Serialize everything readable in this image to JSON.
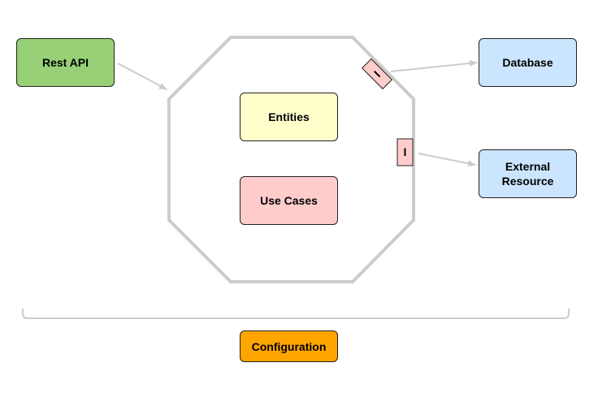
{
  "diagram": {
    "nodes": {
      "rest_api": "Rest API",
      "database": "Database",
      "external_resource": "External\nResource",
      "entities": "Entities",
      "use_cases": "Use Cases",
      "configuration": "Configuration"
    },
    "ports": {
      "database_port": "I",
      "external_port": "I"
    },
    "edges": [
      {
        "from": "Rest API",
        "to": "core"
      },
      {
        "from": "database_port",
        "to": "Database"
      },
      {
        "from": "external_port",
        "to": "External Resource"
      }
    ],
    "colors": {
      "green": "#97d077",
      "blue": "#cce5ff",
      "yellow": "#ffffcc",
      "pink": "#ffcccc",
      "orange": "#ffa500",
      "connector_gray": "#cccccc"
    }
  }
}
